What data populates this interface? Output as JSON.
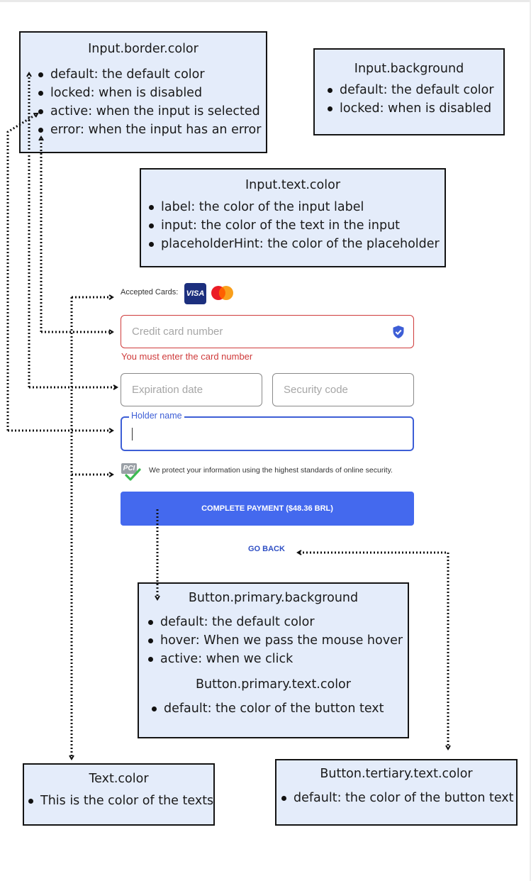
{
  "notes": {
    "input_border": {
      "title": "Input.border.color",
      "items": [
        "default: the default color",
        "locked: when is disabled",
        "active: when the input is selected",
        "error: when the input has an error"
      ]
    },
    "input_background": {
      "title": "Input.background",
      "items": [
        "default: the default color",
        "locked: when is disabled"
      ]
    },
    "input_text": {
      "title": "Input.text.color",
      "items": [
        "label: the color of the input label",
        "input: the color of the text in the input",
        "placeholderHint: the color of the placeholder"
      ]
    },
    "button_primary": {
      "title": "Button.primary.background",
      "items": [
        "default: the default color",
        "hover: When we pass the mouse hover",
        "active: when we click"
      ],
      "text_title": "Button.primary.text.color",
      "text_items": [
        "default: the color of the button text"
      ]
    },
    "text_color": {
      "title": "Text.color",
      "items": [
        "This is the color of the texts"
      ]
    },
    "button_tertiary": {
      "title": "Button.tertiary.text.color",
      "items": [
        "default: the color of the button text"
      ]
    }
  },
  "form": {
    "accepted_cards_label": "Accepted Cards:",
    "visa_label": "VISA",
    "card_number_placeholder": "Credit card number",
    "card_number_error": "You must enter the card number",
    "expiration_placeholder": "Expiration date",
    "security_code_placeholder": "Security code",
    "holder_name_label": "Holder name",
    "pci_label": "PCI",
    "security_notice": "We protect your information using the highest standards of online security.",
    "complete_payment_label": "COMPLETE PAYMENT ($48.36 BRL)",
    "go_back_label": "GO BACK"
  },
  "colors": {
    "note_background": "#e4ecfa",
    "primary_button": "#4469ee",
    "error": "#cf3b3b",
    "active_border": "#3d5ed6",
    "link": "#2f4fc4",
    "visa_brand": "#1c2f7e",
    "shield": "#3d5ed6"
  }
}
